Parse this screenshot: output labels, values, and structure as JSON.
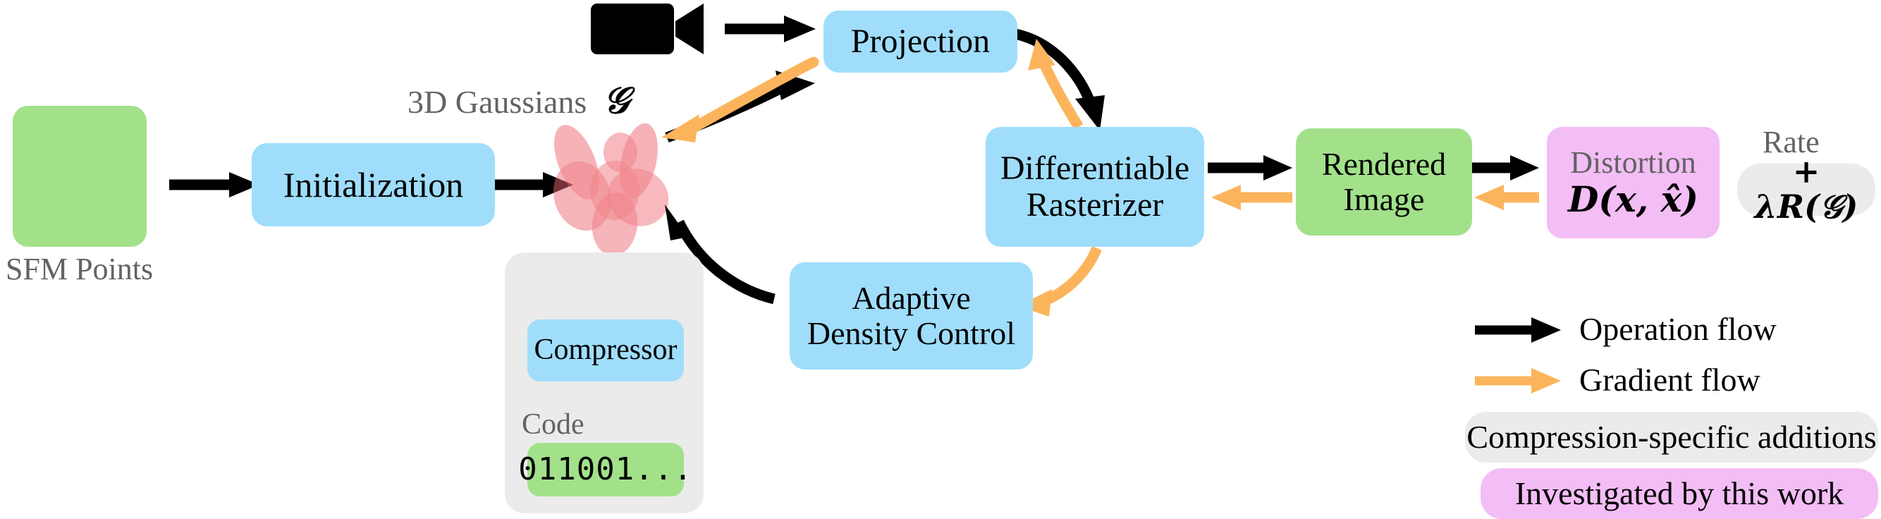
{
  "diagram": {
    "title": "3D Gaussian Splatting compression pipeline",
    "colors": {
      "blue": "#9FDDFB",
      "green": "#A2E18A",
      "pink": "#F3BDF5",
      "grey": "#EBEBEB",
      "black": "#000000",
      "orange": "#FBB45C",
      "gray_text": "#636363"
    }
  },
  "nodes": {
    "sfm_points_label": "SFM Points",
    "initialization": "Initialization",
    "gaussians_label": "3D Gaussians",
    "gaussians_symbol": "𝒢",
    "projection": "Projection",
    "rasterizer_line1": "Differentiable",
    "rasterizer_line2": "Rasterizer",
    "adc_line1": "Adaptive",
    "adc_line2": "Density Control",
    "rendered_line1": "Rendered",
    "rendered_line2": "Image",
    "distortion_label": "Distortion",
    "distortion_formula": "D(𝒙, 𝒙̂)",
    "rate_label": "Rate",
    "rate_formula": "+ λR(𝒢)",
    "compressor": "Compressor",
    "code_label": "Code",
    "code_value": "011001..."
  },
  "legend": {
    "items": [
      {
        "icon": "black-arrow-icon",
        "label": "Operation flow",
        "color": "#000000"
      },
      {
        "icon": "orange-arrow-icon",
        "label": "Gradient flow",
        "color": "#FBB45C"
      }
    ],
    "swatches": [
      {
        "label": "Compression-specific additions",
        "color": "#EBEBEB"
      },
      {
        "label": "Investigated by this work",
        "color": "#F3BDF5"
      }
    ]
  },
  "icons": {
    "camera": "video-camera-icon",
    "points": "point-cloud-icon",
    "gaussians": "gaussian-blob-icon"
  }
}
